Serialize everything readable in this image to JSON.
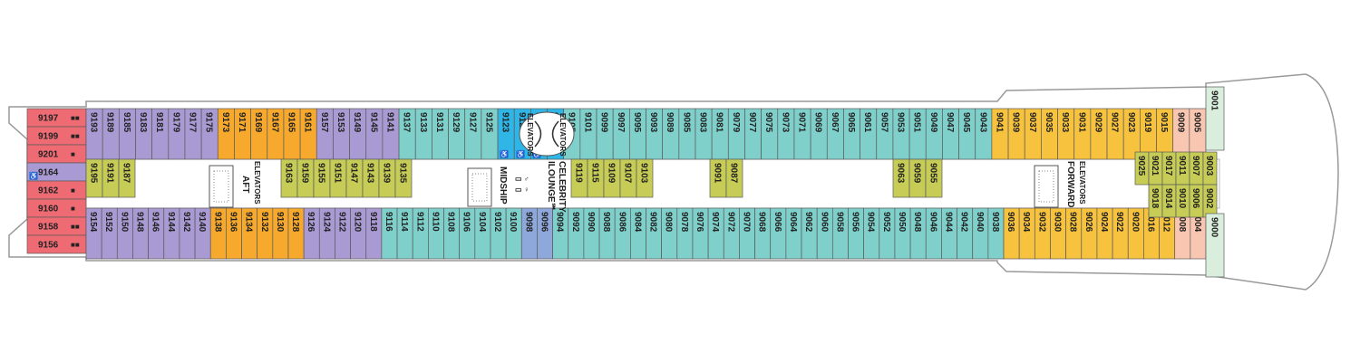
{
  "colors": {
    "red": "#ef6b74",
    "purple": "#a99ad3",
    "orange": "#f6a92d",
    "yellow": "#f7c33f",
    "teal": "#7fd0cb",
    "olive": "#c6cc55",
    "blue": "#2fb6e6",
    "lounge": "#8fa8dc",
    "peach": "#f9c6b1",
    "mint": "#d9eedd",
    "hull": "#7a7a7a"
  },
  "icons": {
    "sofa_bed": "■",
    "third_berth": "▲",
    "accessible": "♿",
    "diamond": "◆"
  },
  "labels": {
    "aft_elevators": "ELEVATORS",
    "aft": "AFT",
    "midship": "MIDSHIP",
    "celebrity_lounge_1": "CELEBRITY",
    "celebrity_lounge_2": "ILOUNGE℠",
    "elevators_left": "ELEVATORS",
    "elevators_right": "ELEVATORS",
    "forward": "FORWARD",
    "forward_elevators": "ELEVATORS"
  },
  "stern_cabins": [
    {
      "num": "9197",
      "marks": "■■",
      "color": "red"
    },
    {
      "num": "9199",
      "marks": "■■",
      "color": "red"
    },
    {
      "num": "9201",
      "marks": "■",
      "color": "red"
    },
    {
      "num": "9164",
      "marks": "",
      "color": "purple",
      "accessible": true
    },
    {
      "num": "9162",
      "marks": "■",
      "color": "red"
    },
    {
      "num": "9160",
      "marks": "■",
      "color": "red"
    },
    {
      "num": "9158",
      "marks": "■■",
      "color": "red"
    },
    {
      "num": "9156",
      "marks": "■■",
      "color": "red"
    }
  ],
  "top_row": [
    {
      "num": "9193",
      "color": "purple"
    },
    {
      "num": "9189",
      "color": "purple"
    },
    {
      "num": "9185",
      "color": "purple"
    },
    {
      "num": "9183",
      "color": "purple"
    },
    {
      "num": "9181",
      "color": "purple"
    },
    {
      "num": "9179",
      "color": "purple"
    },
    {
      "num": "9177",
      "color": "purple"
    },
    {
      "num": "9175",
      "color": "purple"
    },
    {
      "num": "9173",
      "color": "orange"
    },
    {
      "num": "9171",
      "color": "orange"
    },
    {
      "num": "9169",
      "color": "orange"
    },
    {
      "num": "9167",
      "color": "orange"
    },
    {
      "num": "9165",
      "color": "orange"
    },
    {
      "num": "9161",
      "color": "orange"
    },
    {
      "num": "9157",
      "color": "purple"
    },
    {
      "num": "9153",
      "color": "purple"
    },
    {
      "num": "9149",
      "color": "purple"
    },
    {
      "num": "9145",
      "color": "purple"
    },
    {
      "num": "9141",
      "color": "purple"
    },
    {
      "num": "9137",
      "color": "teal"
    },
    {
      "num": "9133",
      "color": "teal"
    },
    {
      "num": "9131",
      "color": "teal"
    },
    {
      "num": "9129",
      "color": "teal"
    },
    {
      "num": "9127",
      "color": "teal"
    },
    {
      "num": "9125",
      "color": "teal"
    },
    {
      "num": "9123",
      "color": "blue",
      "accessible": true
    },
    {
      "num": "9121",
      "color": "blue",
      "accessible": true
    },
    {
      "num": "9117",
      "color": "blue",
      "accessible": true
    },
    {
      "num": "9111",
      "color": "blue"
    },
    {
      "num": "9105",
      "color": "teal"
    },
    {
      "num": "9101",
      "color": "teal"
    },
    {
      "num": "9099",
      "color": "teal"
    },
    {
      "num": "9097",
      "color": "teal"
    },
    {
      "num": "9095",
      "color": "teal"
    },
    {
      "num": "9093",
      "color": "teal"
    },
    {
      "num": "9089",
      "color": "teal"
    },
    {
      "num": "9085",
      "color": "teal"
    },
    {
      "num": "9083",
      "color": "teal"
    },
    {
      "num": "9081",
      "color": "teal"
    },
    {
      "num": "9079",
      "color": "teal"
    },
    {
      "num": "9077",
      "color": "teal"
    },
    {
      "num": "9075",
      "color": "teal"
    },
    {
      "num": "9073",
      "color": "teal"
    },
    {
      "num": "9071",
      "color": "teal"
    },
    {
      "num": "9069",
      "color": "teal"
    },
    {
      "num": "9067",
      "color": "teal"
    },
    {
      "num": "9065",
      "color": "teal"
    },
    {
      "num": "9061",
      "color": "teal"
    },
    {
      "num": "9057",
      "color": "teal"
    },
    {
      "num": "9053",
      "color": "teal"
    },
    {
      "num": "9051",
      "color": "teal"
    },
    {
      "num": "9049",
      "color": "teal"
    },
    {
      "num": "9047",
      "color": "teal"
    },
    {
      "num": "9045",
      "color": "teal"
    },
    {
      "num": "9043",
      "color": "teal"
    },
    {
      "num": "9041",
      "color": "yellow"
    },
    {
      "num": "9039",
      "color": "yellow"
    },
    {
      "num": "9037",
      "color": "yellow"
    },
    {
      "num": "9035",
      "color": "yellow"
    },
    {
      "num": "9033",
      "color": "yellow"
    },
    {
      "num": "9031",
      "color": "yellow"
    },
    {
      "num": "9029",
      "color": "yellow"
    },
    {
      "num": "9027",
      "color": "yellow"
    },
    {
      "num": "9023",
      "color": "yellow"
    },
    {
      "num": "9019",
      "color": "yellow"
    },
    {
      "num": "9015",
      "color": "yellow"
    },
    {
      "num": "9009",
      "color": "peach"
    },
    {
      "num": "9005",
      "color": "peach"
    }
  ],
  "bottom_row": [
    {
      "num": "9154",
      "color": "purple"
    },
    {
      "num": "9152",
      "color": "purple"
    },
    {
      "num": "9150",
      "color": "purple"
    },
    {
      "num": "9148",
      "color": "purple"
    },
    {
      "num": "9146",
      "color": "purple"
    },
    {
      "num": "9144",
      "color": "purple"
    },
    {
      "num": "9142",
      "color": "purple"
    },
    {
      "num": "9140",
      "color": "purple"
    },
    {
      "num": "9138",
      "color": "orange"
    },
    {
      "num": "9136",
      "color": "orange"
    },
    {
      "num": "9134",
      "color": "orange"
    },
    {
      "num": "9132",
      "color": "orange"
    },
    {
      "num": "9130",
      "color": "orange"
    },
    {
      "num": "9128",
      "color": "orange"
    },
    {
      "num": "9126",
      "color": "purple"
    },
    {
      "num": "9124",
      "color": "purple"
    },
    {
      "num": "9122",
      "color": "purple"
    },
    {
      "num": "9120",
      "color": "purple"
    },
    {
      "num": "9118",
      "color": "purple"
    },
    {
      "num": "9116",
      "color": "teal"
    },
    {
      "num": "9114",
      "color": "teal"
    },
    {
      "num": "9112",
      "color": "teal"
    },
    {
      "num": "9110",
      "color": "teal"
    },
    {
      "num": "9108",
      "color": "teal"
    },
    {
      "num": "9106",
      "color": "teal"
    },
    {
      "num": "9104",
      "color": "teal"
    },
    {
      "num": "9102",
      "color": "teal"
    },
    {
      "num": "9100",
      "color": "teal"
    },
    {
      "num": "9098",
      "color": "lounge"
    },
    {
      "num": "9096",
      "color": "lounge"
    },
    {
      "num": "9094",
      "color": "teal"
    },
    {
      "num": "9092",
      "color": "teal"
    },
    {
      "num": "9090",
      "color": "teal"
    },
    {
      "num": "9088",
      "color": "teal"
    },
    {
      "num": "9086",
      "color": "teal"
    },
    {
      "num": "9084",
      "color": "teal"
    },
    {
      "num": "9082",
      "color": "teal"
    },
    {
      "num": "9080",
      "color": "teal"
    },
    {
      "num": "9078",
      "color": "teal"
    },
    {
      "num": "9076",
      "color": "teal"
    },
    {
      "num": "9074",
      "color": "teal"
    },
    {
      "num": "9072",
      "color": "teal"
    },
    {
      "num": "9070",
      "color": "teal"
    },
    {
      "num": "9068",
      "color": "teal"
    },
    {
      "num": "9066",
      "color": "teal"
    },
    {
      "num": "9064",
      "color": "teal"
    },
    {
      "num": "9062",
      "color": "teal"
    },
    {
      "num": "9060",
      "color": "teal"
    },
    {
      "num": "9058",
      "color": "teal"
    },
    {
      "num": "9056",
      "color": "teal"
    },
    {
      "num": "9054",
      "color": "teal"
    },
    {
      "num": "9052",
      "color": "teal"
    },
    {
      "num": "9050",
      "color": "teal"
    },
    {
      "num": "9048",
      "color": "teal"
    },
    {
      "num": "9046",
      "color": "teal"
    },
    {
      "num": "9044",
      "color": "teal"
    },
    {
      "num": "9042",
      "color": "teal"
    },
    {
      "num": "9040",
      "color": "teal"
    },
    {
      "num": "9038",
      "color": "teal"
    },
    {
      "num": "9036",
      "color": "yellow"
    },
    {
      "num": "9034",
      "color": "yellow"
    },
    {
      "num": "9032",
      "color": "yellow"
    },
    {
      "num": "9030",
      "color": "yellow"
    },
    {
      "num": "9028",
      "color": "yellow"
    },
    {
      "num": "9026",
      "color": "yellow"
    },
    {
      "num": "9024",
      "color": "yellow"
    },
    {
      "num": "9022",
      "color": "yellow"
    },
    {
      "num": "9020",
      "color": "yellow"
    },
    {
      "num": "9016",
      "color": "yellow"
    },
    {
      "num": "9012",
      "color": "yellow"
    },
    {
      "num": "9008",
      "color": "peach"
    },
    {
      "num": "9004",
      "color": "peach"
    }
  ],
  "inner_top_row": [
    {
      "num": "9195",
      "color": "olive"
    },
    {
      "num": "9191",
      "color": "olive"
    },
    {
      "num": "9187",
      "color": "olive"
    },
    {
      "num": "9163",
      "color": "olive"
    },
    {
      "num": "9159",
      "color": "olive"
    },
    {
      "num": "9155",
      "color": "olive"
    },
    {
      "num": "9151",
      "color": "olive"
    },
    {
      "num": "9147",
      "color": "olive"
    },
    {
      "num": "9143",
      "color": "olive"
    },
    {
      "num": "9139",
      "color": "olive"
    },
    {
      "num": "9135",
      "color": "olive"
    },
    {
      "num": "9119",
      "color": "olive"
    },
    {
      "num": "9115",
      "color": "olive"
    },
    {
      "num": "9109",
      "color": "olive"
    },
    {
      "num": "9107",
      "color": "olive"
    },
    {
      "num": "9103",
      "color": "olive"
    },
    {
      "num": "9091",
      "color": "olive"
    },
    {
      "num": "9087",
      "color": "olive"
    },
    {
      "num": "9063",
      "color": "olive"
    },
    {
      "num": "9059",
      "color": "olive"
    },
    {
      "num": "9055",
      "color": "olive"
    }
  ],
  "forward_inner": [
    {
      "num": "9025",
      "color": "olive"
    },
    {
      "num": "9021",
      "color": "olive"
    },
    {
      "num": "9017",
      "color": "olive"
    },
    {
      "num": "9011",
      "color": "olive"
    },
    {
      "num": "9007",
      "color": "olive"
    },
    {
      "num": "9003",
      "color": "olive"
    },
    {
      "num": "9018",
      "color": "olive"
    },
    {
      "num": "9014",
      "color": "olive"
    },
    {
      "num": "9010",
      "color": "olive"
    },
    {
      "num": "9006",
      "color": "olive"
    },
    {
      "num": "9002",
      "color": "olive"
    }
  ],
  "bow_cabins": [
    {
      "num": "9001",
      "color": "mint"
    },
    {
      "num": "9000",
      "color": "mint"
    }
  ]
}
